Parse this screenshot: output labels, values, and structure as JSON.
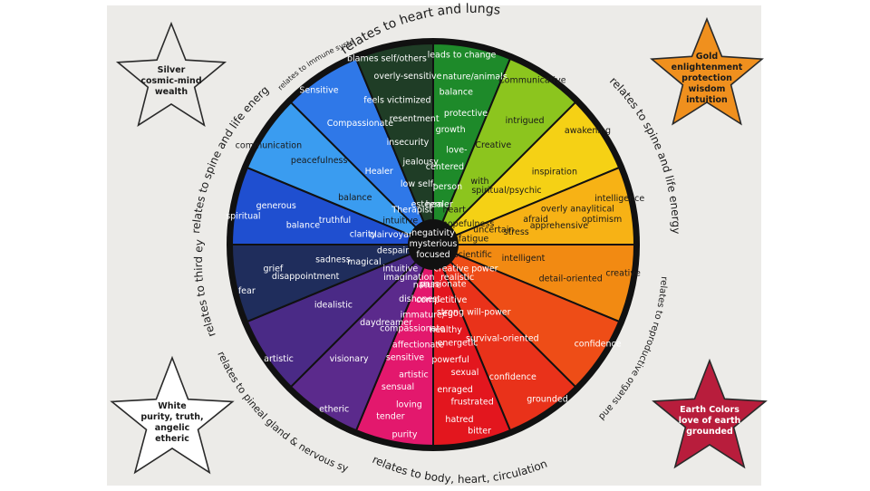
{
  "center": {
    "lines": [
      "negativity",
      "mysterious",
      "focused"
    ],
    "color": "#111111"
  },
  "segments": [
    {
      "name": "green",
      "color": "#1e8a2a",
      "text_color": "#ffffff",
      "lines": [
        "leads to change",
        "nature/animals",
        "balance",
        "protective",
        "growth",
        "love-",
        "centered",
        "person",
        "healer"
      ]
    },
    {
      "name": "yellow-green",
      "color": "#8cc51e",
      "text_color": "#1a1a1a",
      "lines": [
        "Communicative",
        "intrigued",
        "Creative",
        "with",
        "heart"
      ]
    },
    {
      "name": "yellow",
      "color": "#f5d115",
      "text_color": "#1a1a1a",
      "lines": [
        "awakening",
        "inspiration",
        "spiritual/psychic",
        "hopefulness"
      ]
    },
    {
      "name": "yellow-orange",
      "color": "#f7b215",
      "text_color": "#1a1a1a",
      "lines": [
        "intelligence",
        "optimism",
        "overly anaylitical",
        "apprehensive",
        "afraid",
        "stress",
        "uncertain",
        "fatigue"
      ]
    },
    {
      "name": "orange",
      "color": "#f28a12",
      "text_color": "#1a1a1a",
      "lines": [
        "creative",
        "detail-oriented",
        "intelligent",
        "scientific"
      ]
    },
    {
      "name": "red-orange",
      "color": "#ee4d17",
      "text_color": "#ffffff",
      "lines": [
        "confidence",
        "creative power"
      ]
    },
    {
      "name": "orange-red",
      "color": "#e9321a",
      "text_color": "#ffffff",
      "lines": [
        "grounded",
        "confidence",
        "survival-oriented",
        "strong will-power",
        "realistic"
      ]
    },
    {
      "name": "red",
      "color": "#e3161e",
      "text_color": "#ffffff",
      "lines": [
        "bitter",
        "hatred",
        "frustrated",
        "enraged",
        "sexual",
        "powerful",
        "energetic",
        "healthy",
        "ego",
        "competitive",
        "passionate"
      ]
    },
    {
      "name": "pink",
      "color": "#e3186d",
      "text_color": "#ffffff",
      "lines": [
        "purity",
        "tender",
        "loving",
        "sensual",
        "artistic",
        "sensitive",
        "affectionate",
        "compassionate",
        "immature/",
        "dishonest",
        "nature"
      ]
    },
    {
      "name": "red-violet",
      "color": "#5b2a8c",
      "text_color": "#ffffff",
      "lines": [
        "etheric",
        "visionary",
        "daydreamer",
        "imagination"
      ]
    },
    {
      "name": "violet",
      "color": "#4a2a86",
      "text_color": "#ffffff",
      "lines": [
        "artistic",
        "idealistic",
        "intuitive"
      ]
    },
    {
      "name": "indigo",
      "color": "#1f2d5c",
      "text_color": "#ffffff",
      "lines": [
        "fear",
        "grief",
        "disappointment",
        "sadness",
        "magical",
        "despair"
      ]
    },
    {
      "name": "royal-blue",
      "color": "#1f4fd0",
      "text_color": "#ffffff",
      "lines": [
        "spiritual",
        "generous",
        "balance",
        "truthful",
        "clarity",
        "clairvoyant"
      ]
    },
    {
      "name": "sky-blue",
      "color": "#3a9cf0",
      "text_color": "#1a1a1a",
      "lines": [
        "communication",
        "peacefulness",
        "balance",
        "intuitive"
      ]
    },
    {
      "name": "blue",
      "color": "#2f78e8",
      "text_color": "#ffffff",
      "lines": [
        "Sensitive",
        "Compassionate",
        "Healer",
        "Therapist"
      ]
    },
    {
      "name": "dark-green",
      "color": "#1f3d26",
      "text_color": "#ffffff",
      "lines": [
        "blames self/others",
        "overly-sensitive",
        "feels victimized",
        "resentment",
        "insecurity",
        "jealousy",
        "low self-",
        "esteem"
      ]
    }
  ],
  "arc_labels": {
    "top": "relates to heart and lungs",
    "bottom": "relates to body, heart, circulation",
    "immune": "relates to immune system",
    "left_spine": "relates to spine and life energy",
    "third_eye": "relates to third eye",
    "pineal": "relates to pineal gland & nervous system",
    "right_spine": "relates to spine and life energy",
    "reproductive": "relates to reproductive organs and emotions"
  },
  "stars": [
    {
      "name": "silver",
      "fill": "#ecebe8",
      "text_color": "#1a1a1a",
      "lines": [
        "Silver",
        "cosmic-mind",
        "wealth"
      ]
    },
    {
      "name": "gold",
      "fill": "#f0901e",
      "text_color": "#1a1a1a",
      "lines": [
        "Gold",
        "enlightenment",
        "protection",
        "wisdom",
        "intuition"
      ]
    },
    {
      "name": "white",
      "fill": "#ffffff",
      "text_color": "#1a1a1a",
      "lines": [
        "White",
        "purity, truth,",
        "angelic",
        "etheric"
      ]
    },
    {
      "name": "earth",
      "fill": "#b81d3c",
      "text_color": "#ffffff",
      "lines": [
        "Earth Colors",
        "love of earth",
        "grounded"
      ]
    }
  ]
}
